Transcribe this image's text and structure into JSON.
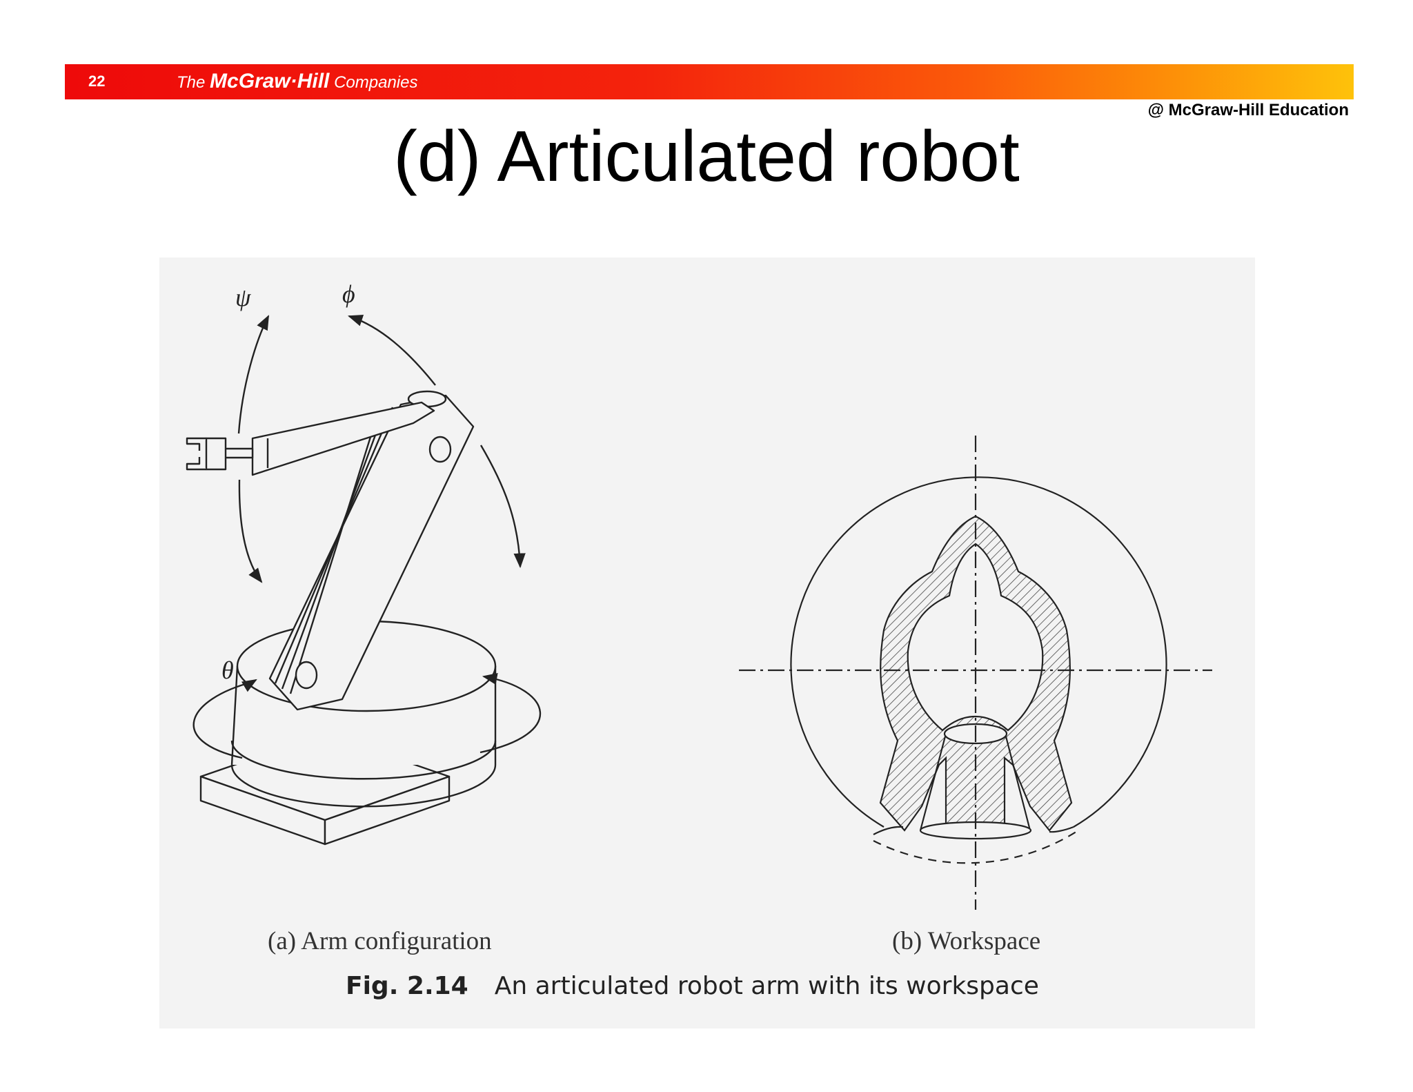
{
  "header": {
    "slide_number": "22",
    "brand_the": "The ",
    "brand_mcgraw": "McGraw·Hill",
    "brand_companies": " Companies",
    "copyright": "@ McGraw-Hill Education"
  },
  "title": "(d) Articulated robot",
  "figure": {
    "symbols": {
      "psi": "ψ",
      "phi": "ϕ",
      "theta": "θ"
    },
    "caption_a": "(a) Arm configuration",
    "caption_b": "(b) Workspace",
    "figure_number": "Fig. 2.14",
    "figure_caption": "An articulated robot arm with its workspace"
  },
  "colors": {
    "bar_start": "#ee0a0a",
    "bar_end": "#fec20a",
    "figure_background": "#f3f3f3"
  }
}
